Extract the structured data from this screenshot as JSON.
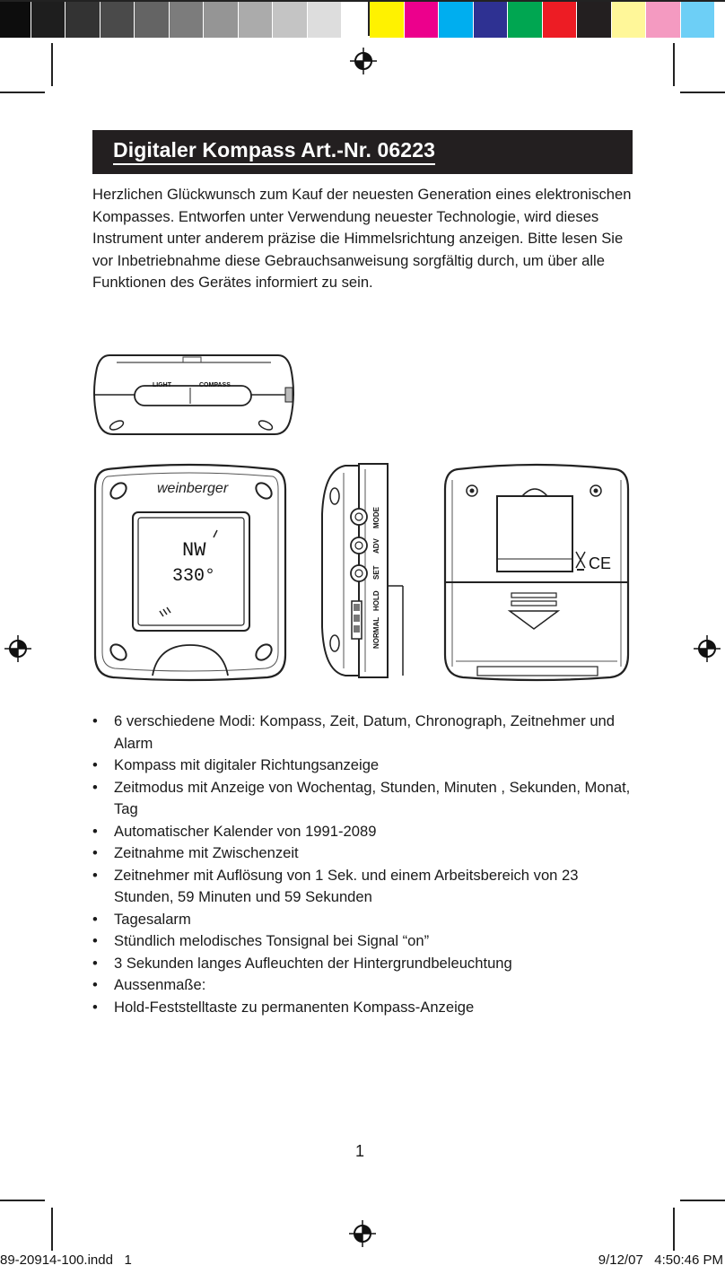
{
  "colors": {
    "gray_swatches": [
      "#0d0d0d",
      "#1e1e1e",
      "#333333",
      "#4a4a4a",
      "#646464",
      "#7c7c7c",
      "#959595",
      "#ababab",
      "#c4c4c4",
      "#dddddd",
      "#ffffff"
    ],
    "color_swatches": [
      "#fff200",
      "#ec008c",
      "#00aeef",
      "#2e3192",
      "#00a651",
      "#ed1c24",
      "#231f20",
      "#fff799",
      "#f49ac1",
      "#6dcff6",
      "#ffffff"
    ],
    "title_bar": "#231f20"
  },
  "header": {
    "title": "Digitaler Kompass Art.-Nr. 06223"
  },
  "intro": {
    "text": "Herzlichen Glückwunsch zum Kauf der neuesten Generation eines elektronischen Kompasses. Entworfen unter Verwendung neuester Technologie, wird dieses Instrument unter anderem präzise die Himmelsrichtung anzeigen. Bitte lesen Sie vor Inbetriebnahme diese Gebrauchsanweisung sorgfältig durch, um über alle Funktionen des Gerätes informiert zu sein."
  },
  "device": {
    "top_labels": {
      "light": "LIGHT",
      "compass": "COMPASS"
    },
    "brand": "weinberger",
    "display_direction": "NW",
    "display_degrees": "330°",
    "side_labels": {
      "mode": "MODE",
      "adv": "ADV",
      "set": "SET",
      "hold": "HOLD",
      "normal": "NORMAL"
    },
    "back_marks": "CE"
  },
  "features": {
    "bullet": "•",
    "items": [
      "6 verschiedene Modi: Kompass, Zeit, Datum, Chronograph, Zeitnehmer und Alarm",
      "Kompass mit digitaler Richtungsanzeige",
      "Zeitmodus mit Anzeige von Wochentag, Stunden, Minuten , Sekunden, Monat, Tag",
      "Automatischer Kalender von 1991-2089",
      "Zeitnahme mit Zwischenzeit",
      "Zeitnehmer mit Auflösung von 1 Sek. und einem Arbeitsbereich von 23 Stunden, 59 Minuten und 59 Sekunden",
      "Tagesalarm",
      "Stündlich melodisches Tonsignal bei Signal “on”",
      "3 Sekunden langes Aufleuchten der Hintergrundbeleuchtung",
      "Aussenmaße:",
      "Hold-Feststelltaste zu permanenten Kompass-Anzeige"
    ]
  },
  "footer": {
    "page_number": "1",
    "slug_file": "89-20914-100.indd   1",
    "slug_datetime": "9/12/07   4:50:46 PM"
  }
}
